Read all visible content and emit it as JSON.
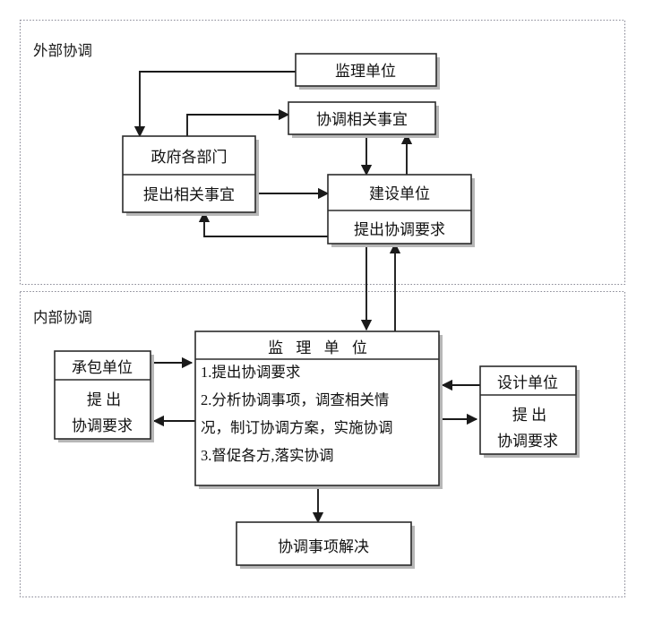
{
  "diagram": {
    "title_external": "外部协调",
    "title_internal": "内部协调",
    "colors": {
      "box_stroke": "#2b2b2b",
      "box_fill": "#ffffff",
      "connector": "#1a1a1a",
      "region_border": "#8c8c99",
      "shadow": "#b7b7b7",
      "text": "#111111"
    },
    "nodes": {
      "supervision_top": {
        "title": "监理单位"
      },
      "coordinate_matters": {
        "title": "协调相关事宜"
      },
      "government": {
        "title": "政府各部门",
        "sub": "提出相关事宜"
      },
      "construction": {
        "title": "建设单位",
        "sub": "提出协调要求"
      },
      "contractor": {
        "title": "承包单位",
        "sub_line1": "提    出",
        "sub_line2": "协调要求"
      },
      "designer": {
        "title": "设计单位",
        "sub_line1": "提    出",
        "sub_line2": "协调要求"
      },
      "supervision_main": {
        "title": "监 理 单 位",
        "items": [
          "1.提出协调要求",
          "2.分析协调事项，调查相关情",
          "况，制订协调方案，实施协调",
          "3.督促各方,落实协调"
        ]
      },
      "resolved": {
        "title": "协调事项解决"
      }
    }
  }
}
